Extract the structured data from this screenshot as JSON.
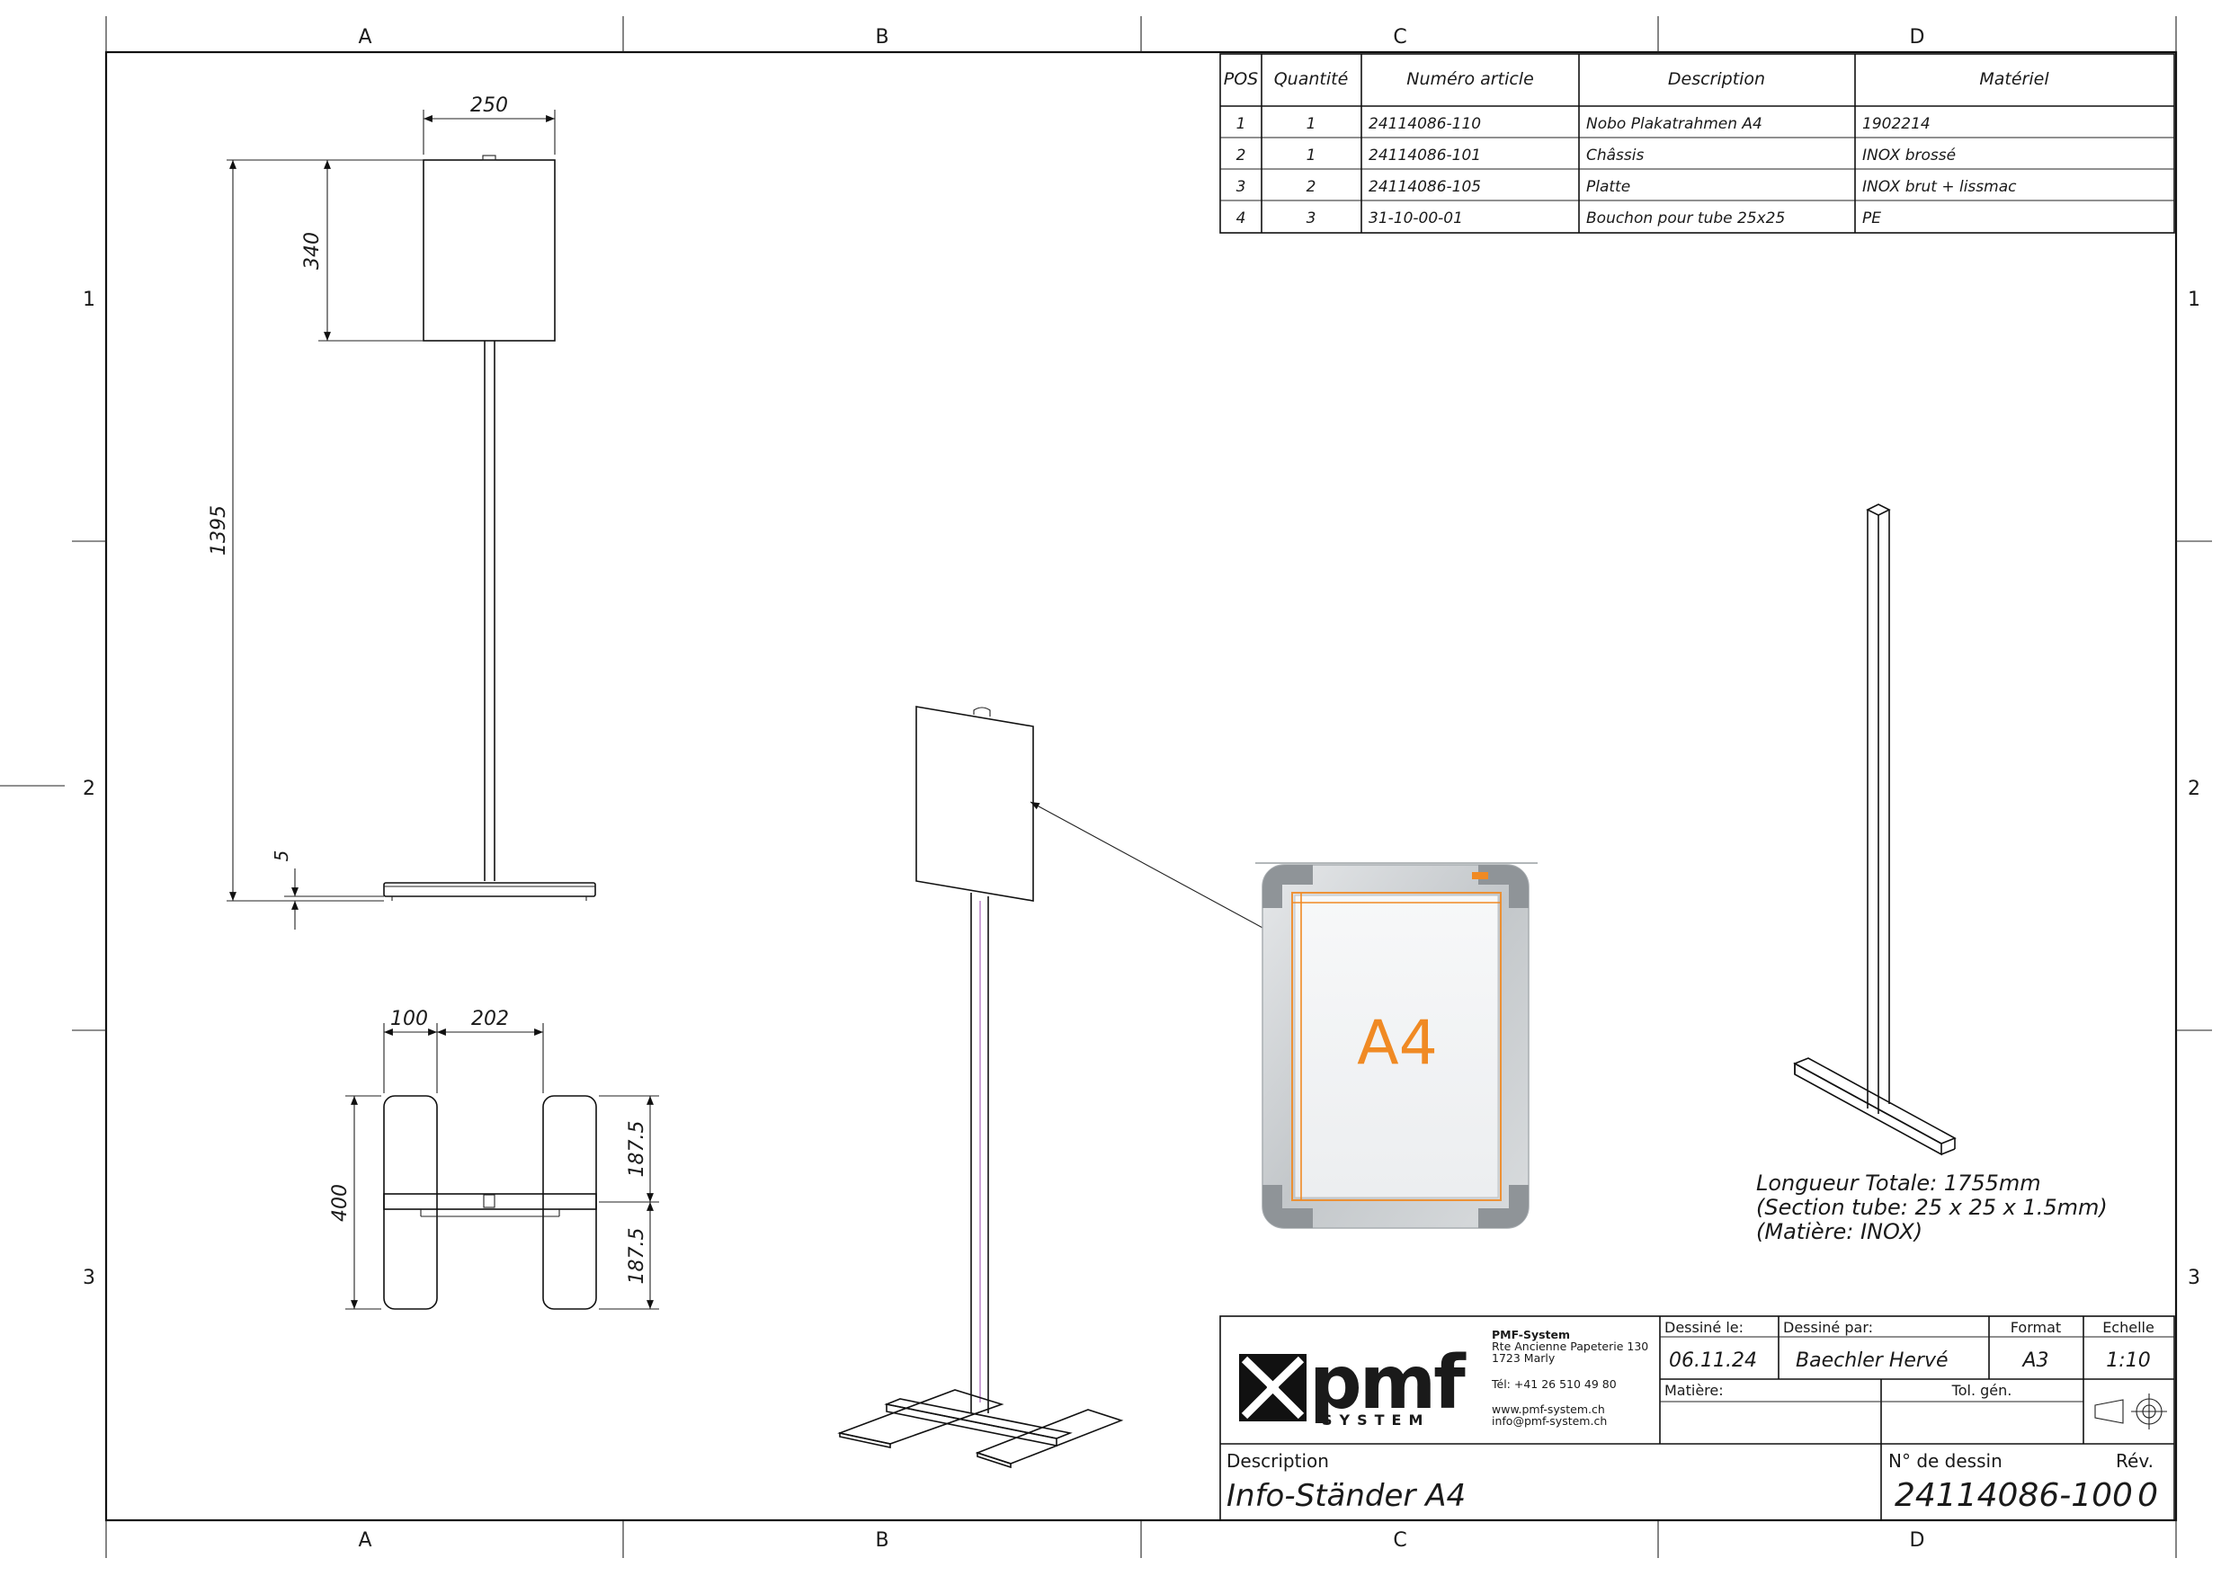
{
  "grid": {
    "columns": [
      "A",
      "B",
      "C",
      "D"
    ],
    "rows": [
      "1",
      "2",
      "3"
    ]
  },
  "bom": {
    "headers": [
      "POS",
      "Quantité",
      "Numéro article",
      "Description",
      "Matériel"
    ],
    "rows": [
      [
        "1",
        "1",
        "24114086-110",
        "Nobo Plakatrahmen A4",
        "1902214"
      ],
      [
        "2",
        "1",
        "24114086-101",
        "Châssis",
        "INOX brossé"
      ],
      [
        "3",
        "2",
        "24114086-105",
        "Platte",
        "INOX brut + lissmac"
      ],
      [
        "4",
        "3",
        "31-10-00-01",
        "Bouchon pour tube 25x25",
        "PE"
      ]
    ]
  },
  "dimensions": {
    "front_width": "250",
    "frame_height": "340",
    "total_height": "1395",
    "foot_thickness": "5",
    "foot_a": "100",
    "foot_b": "202",
    "foot_length": "400",
    "foot_half_1": "187.5",
    "foot_half_2": "187.5"
  },
  "frame_image": {
    "label": "A4"
  },
  "tube_note": {
    "line1": "Longueur Totale: 1755mm",
    "line2": "(Section tube: 25 x 25 x 1.5mm)",
    "line3": "(Matière: INOX)"
  },
  "title_block": {
    "logo_text": "pmf",
    "logo_sub": "SYSTEM",
    "company": "PMF-System",
    "address1": "Rte Ancienne Papeterie 130",
    "address2": "1723 Marly",
    "phone": "Tél:  +41 26 510 49 80",
    "web": "www.pmf-system.ch",
    "email": "info@pmf-system.ch",
    "drawn_on_label": "Dessiné le:",
    "drawn_on": "06.11.24",
    "drawn_by_label": "Dessiné par:",
    "drawn_by": "Baechler Hervé",
    "format_label": "Format",
    "format": "A3",
    "scale_label": "Echelle",
    "scale": "1:10",
    "material_label": "Matière:",
    "tolerance_label": "Tol. gén.",
    "description_label": "Description",
    "description": "Info-Ständer A4",
    "drawing_no_label": "N° de dessin",
    "drawing_no": "24114086-100",
    "rev_label": "Rév.",
    "rev": "0"
  },
  "colors": {
    "accent": "#f08a24",
    "line": "#111111",
    "frame_grey": "#c9cdd0"
  }
}
